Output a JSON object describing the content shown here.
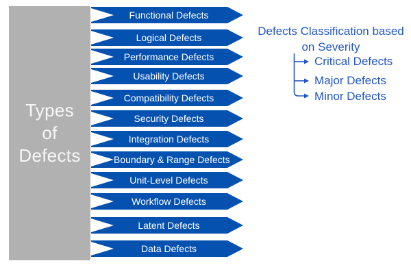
{
  "title_panel": {
    "lines": [
      "Types",
      "of",
      "Defects"
    ]
  },
  "defect_arrows": [
    {
      "label": "Functional Defects"
    },
    {
      "label": "Logical Defects"
    },
    {
      "label": "Performance Defects"
    },
    {
      "label": "Usability Defects"
    },
    {
      "label": "Compatibility Defects"
    },
    {
      "label": "Security Defects"
    },
    {
      "label": "Integration Defects"
    },
    {
      "label": "Boundary & Range Defects"
    },
    {
      "label": "Unit-Level Defects"
    },
    {
      "label": "Workflow Defects"
    },
    {
      "label": "Latent Defects"
    },
    {
      "label": "Data Defects"
    }
  ],
  "severity_section": {
    "heading_lines": [
      "Defects Classification based",
      "on Severity"
    ],
    "items": [
      {
        "label": "Critical Defects"
      },
      {
        "label": "Major Defects"
      },
      {
        "label": "Minor Defects"
      }
    ]
  },
  "icons": {
    "arrow_notch": "white right-pointing triangle notch",
    "branch_arrow": "thin right arrow connector"
  },
  "colors": {
    "shape-blue": "#0551b0",
    "accent-blue": "#2156c8",
    "panel-gray": "#b1b1b1",
    "label-white": "#f7f7f7",
    "background": "#ffffff"
  }
}
